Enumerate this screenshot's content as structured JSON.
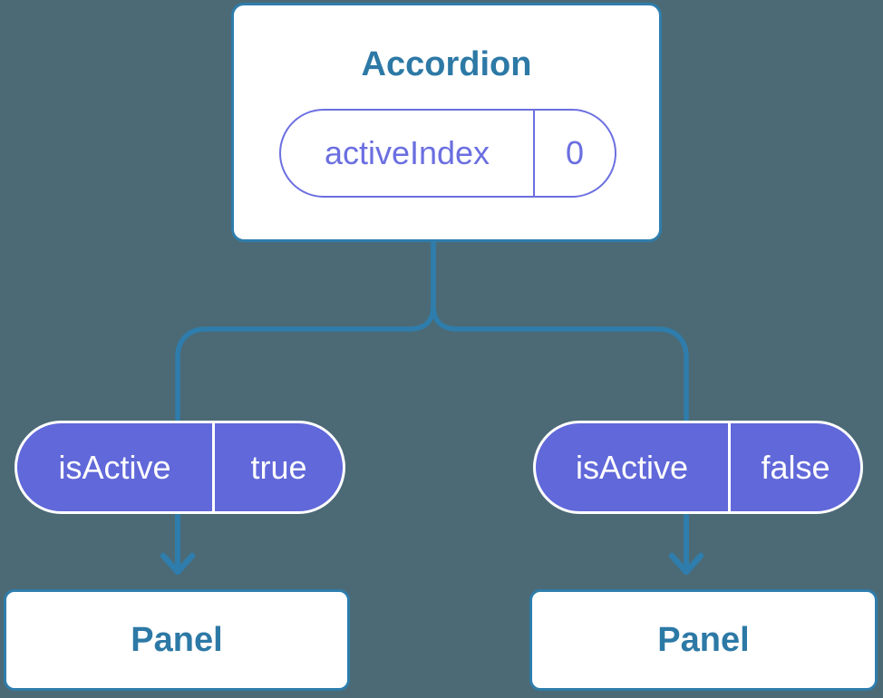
{
  "colors": {
    "background": "#4C6A75",
    "line_blue": "#2E7DAC",
    "text_blue": "#2D79A6",
    "pill_purple": "#6168D9",
    "pill_purple_text": "#6B6FE0",
    "node_fill": "#FFFFFF",
    "pill_text": "#FFFFFF"
  },
  "tree": {
    "root": {
      "title": "Accordion",
      "state_pill": {
        "name": "activeIndex",
        "value": "0"
      }
    },
    "children": [
      {
        "prop_pill": {
          "name": "isActive",
          "value": "true"
        },
        "node": {
          "title": "Panel"
        }
      },
      {
        "prop_pill": {
          "name": "isActive",
          "value": "false"
        },
        "node": {
          "title": "Panel"
        }
      }
    ]
  }
}
